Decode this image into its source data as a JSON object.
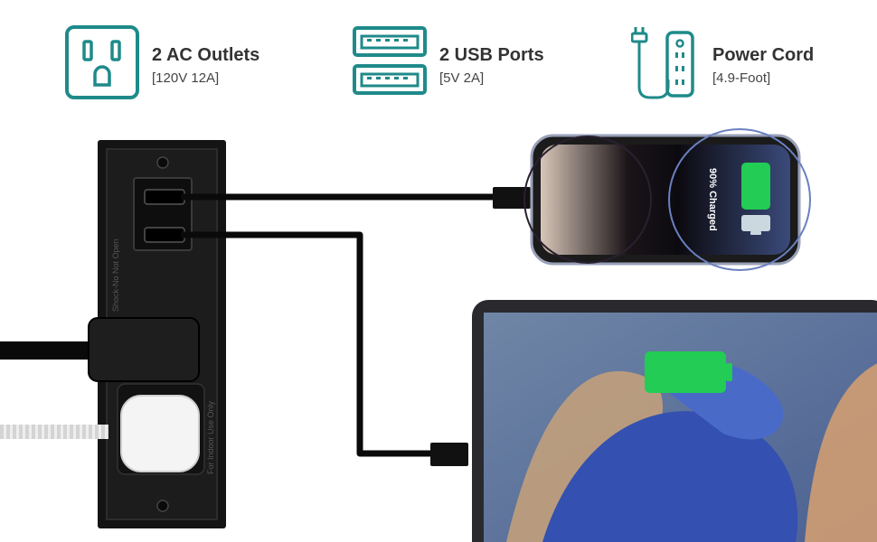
{
  "features": [
    {
      "icon": "outlet-icon",
      "title": "2 AC Outlets",
      "subtitle": "[120V 12A]"
    },
    {
      "icon": "usb-ports-icon",
      "title": "2 USB Ports",
      "subtitle": "[5V 2A]"
    },
    {
      "icon": "power-strip-cord-icon",
      "title": "Power Cord",
      "subtitle": "[4.9-Foot]"
    }
  ],
  "phone": {
    "status": "90% Charged"
  },
  "strip": {
    "engraving_upper": "Shock-No Not Open",
    "engraving_lower": "For Indoor Use Only"
  },
  "colors": {
    "accent": "#1f8a8a",
    "battery": "#22cc55",
    "strip": "#1a1a1a",
    "tablet_screen": "#3a55a8"
  }
}
